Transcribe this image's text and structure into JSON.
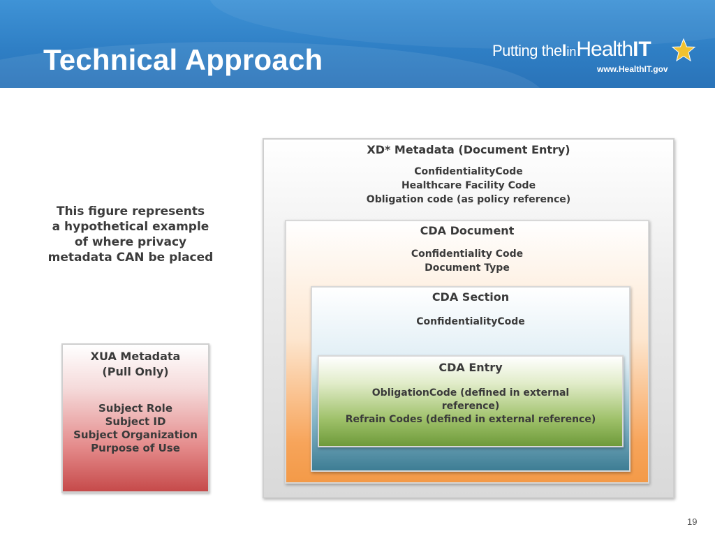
{
  "slide": {
    "title": "Technical Approach",
    "page_number": "19"
  },
  "logo": {
    "prefix": "Putting the",
    "i": "I",
    "in": "in",
    "health": "Health",
    "it": "IT",
    "url": "www.HealthIT.gov"
  },
  "caption": {
    "lines": [
      "This figure represents",
      "a hypothetical example",
      "of where privacy",
      "metadata CAN be placed"
    ]
  },
  "xua": {
    "title_lines": [
      "XUA Metadata",
      "(Pull Only)"
    ],
    "items": [
      "Subject Role",
      "Subject ID",
      "Subject Organization",
      "Purpose of Use"
    ]
  },
  "xd_metadata": {
    "title": "XD* Metadata (Document Entry)",
    "items": [
      "ConfidentialityCode",
      "Healthcare Facility Code",
      "Obligation code (as policy reference)"
    ]
  },
  "cda_document": {
    "title": "CDA Document",
    "items": [
      "Confidentiality Code",
      "Document Type"
    ]
  },
  "cda_section": {
    "title": "CDA Section",
    "items": [
      "ConfidentialityCode"
    ]
  },
  "cda_entry": {
    "title": "CDA Entry",
    "items": [
      "ObligationCode (defined in external",
      "reference)",
      "Refrain Codes (defined in external reference)"
    ]
  },
  "colors": {
    "header_blue": "#2f7fc5",
    "xua_red": "#c64a4a",
    "cda_document_orange": "#f39a48",
    "cda_section_teal": "#3e7d94",
    "cda_entry_green": "#6e9a3a"
  }
}
